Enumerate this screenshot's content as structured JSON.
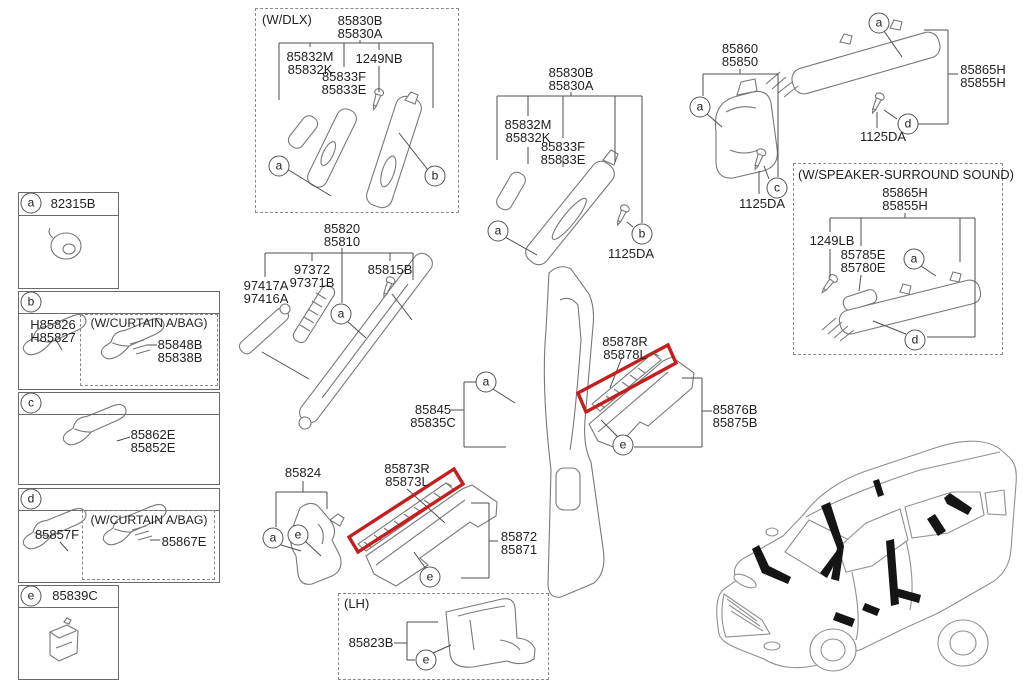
{
  "diagram": {
    "callouts": {
      "a": "a",
      "b": "b",
      "c": "c",
      "d": "d",
      "e": "e"
    },
    "wdlx": {
      "title": "(W/DLX)",
      "main1": "85830B",
      "main2": "85830A",
      "garnish1": "85832M",
      "garnish2": "85832K",
      "pin": "1249NB",
      "lower1": "85833F",
      "lower2": "85833E"
    },
    "legend_a": {
      "part": "82315B"
    },
    "legend_b": {
      "part1": "H85826",
      "part2": "H85827",
      "curtain_title": "(W/CURTAIN A/BAG)",
      "curtain1": "85848B",
      "curtain2": "85838B"
    },
    "legend_c": {
      "part1": "85862E",
      "part2": "85852E"
    },
    "legend_d": {
      "part": "85857F",
      "curtain_title": "(W/CURTAIN A/BAG)",
      "curtain": "85867E"
    },
    "legend_e": {
      "part": "85839C"
    },
    "apillar": {
      "main1": "85820",
      "main2": "85810",
      "strip1": "97372",
      "strip2": "97371B",
      "ws1": "97417A",
      "ws2": "97416A",
      "screw": "85815B",
      "lower1": "85845",
      "lower2": "85835C"
    },
    "bpillar": {
      "main1": "85830B",
      "main2": "85830A",
      "garnish1": "85832M",
      "garnish2": "85832K",
      "lower1": "85833F",
      "lower2": "85833E",
      "screw": "1125DA"
    },
    "rear_scuff": {
      "part1": "85878R",
      "part2": "85878L",
      "sill1": "85876B",
      "sill2": "85875B"
    },
    "front_scuff": {
      "cowl": "85824",
      "part1": "85873R",
      "part2": "85873L",
      "sill1": "85872",
      "sill2": "85871"
    },
    "lh": {
      "title": "(LH)",
      "part": "85823B"
    },
    "cpillar": {
      "main1": "85860",
      "main2": "85850",
      "screw": "1125DA"
    },
    "dpillar": {
      "main1": "85865H",
      "main2": "85855H",
      "screw": "1125DA"
    },
    "speaker": {
      "title": "(W/SPEAKER-SURROUND SOUND)",
      "main1": "85865H",
      "main2": "85855H",
      "pin": "1249LB",
      "garnish1": "85785E",
      "garnish2": "85780E"
    }
  }
}
